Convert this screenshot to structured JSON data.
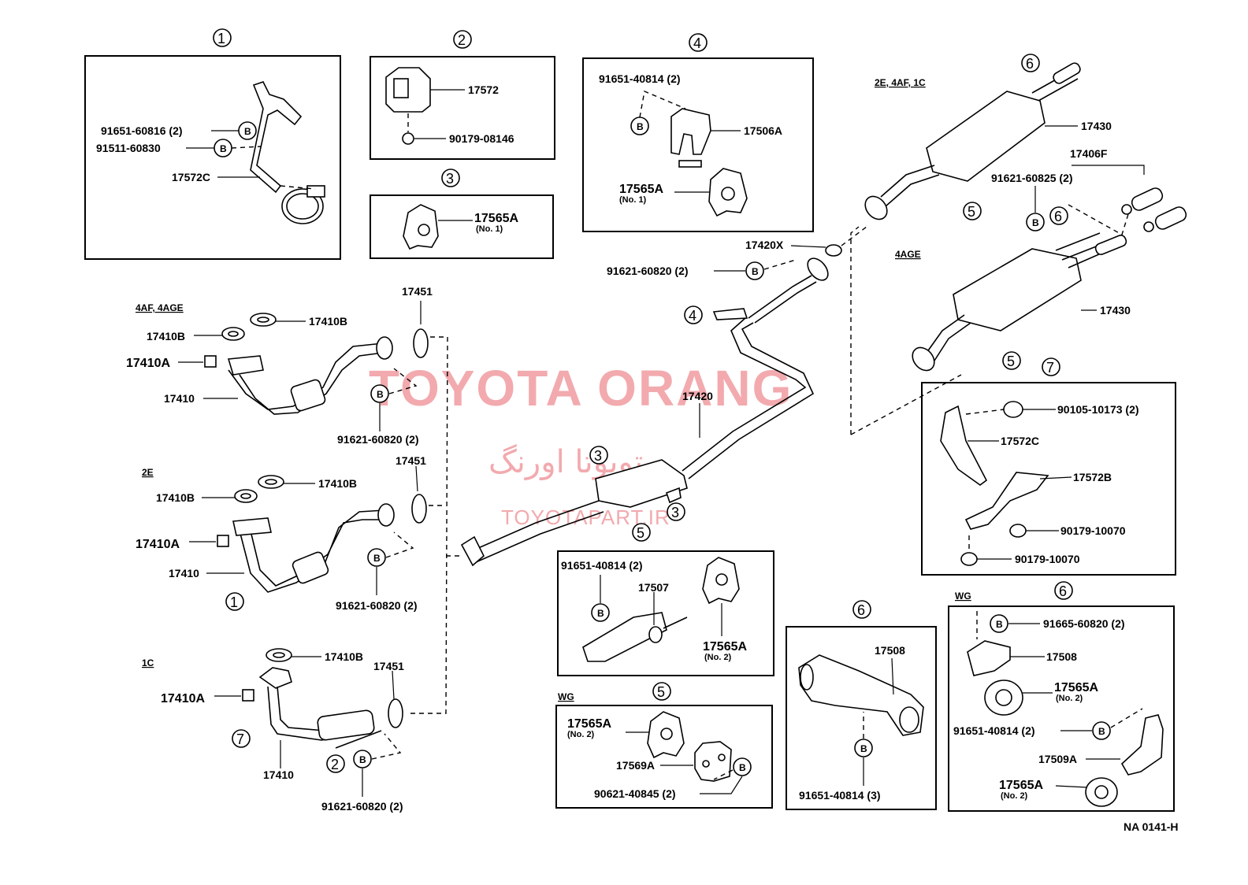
{
  "watermark": {
    "line1": "TOYOTA ORANG",
    "line2": "تویوتا اورنگ",
    "line3": "TOYOTAPART.IR"
  },
  "footer_code": "NA 0141-H",
  "circled_numbers": {
    "n1": "1",
    "n2": "2",
    "n3": "3",
    "n4": "4",
    "n5": "5",
    "n6": "6",
    "n7": "7"
  },
  "bolt_marker": "B",
  "variants": {
    "v_4af_4age": "4AF, 4AGE",
    "v_2e": "2E",
    "v_1c": "1C",
    "v_2e_4af_1c": "2E, 4AF, 1C",
    "v_4age": "4AGE",
    "v_wg": "WG"
  },
  "box1": {
    "p_91651_60816": "91651-60816 (2)",
    "p_91511_60830": "91511-60830",
    "p_17572c": "17572C"
  },
  "box2": {
    "p_17572": "17572",
    "p_90179_08146": "90179-08146"
  },
  "box3": {
    "p_17565a": "17565A",
    "note": "(No. 1)"
  },
  "box4": {
    "p_91651_40814": "91651-40814 (2)",
    "p_17506a": "17506A",
    "p_17565a": "17565A",
    "note": "(No. 1)"
  },
  "front_pipes": {
    "p_17451": "17451",
    "p_17410b": "17410B",
    "p_17410a": "17410A",
    "p_17410": "17410",
    "p_91621_60820": "91621-60820 (2)"
  },
  "center": {
    "p_17420x": "17420X",
    "p_91621_60820": "91621-60820 (2)",
    "p_17420": "17420"
  },
  "tail": {
    "p_17430": "17430",
    "p_17406f": "17406F",
    "p_91621_60825": "91621-60825 (2)"
  },
  "box7": {
    "p_90105_10173": "90105-10173 (2)",
    "p_17572c": "17572C",
    "p_17572b": "17572B",
    "p_90179_10070": "90179-10070"
  },
  "box5a": {
    "p_91651_40814": "91651-40814 (2)",
    "p_17507": "17507",
    "p_17565a": "17565A",
    "note": "(No. 2)"
  },
  "box5b": {
    "p_17565a": "17565A",
    "note": "(No. 2)",
    "p_17569a": "17569A",
    "p_90621_40845": "90621-40845 (2)"
  },
  "box6a": {
    "p_17508": "17508",
    "p_91651_40814": "91651-40814 (3)"
  },
  "box6b": {
    "p_91665_60820": "91665-60820 (2)",
    "p_17508": "17508",
    "p_17565a": "17565A",
    "note": "(No. 2)",
    "p_91651_40814": "91651-40814 (2)",
    "p_17509a": "17509A"
  }
}
